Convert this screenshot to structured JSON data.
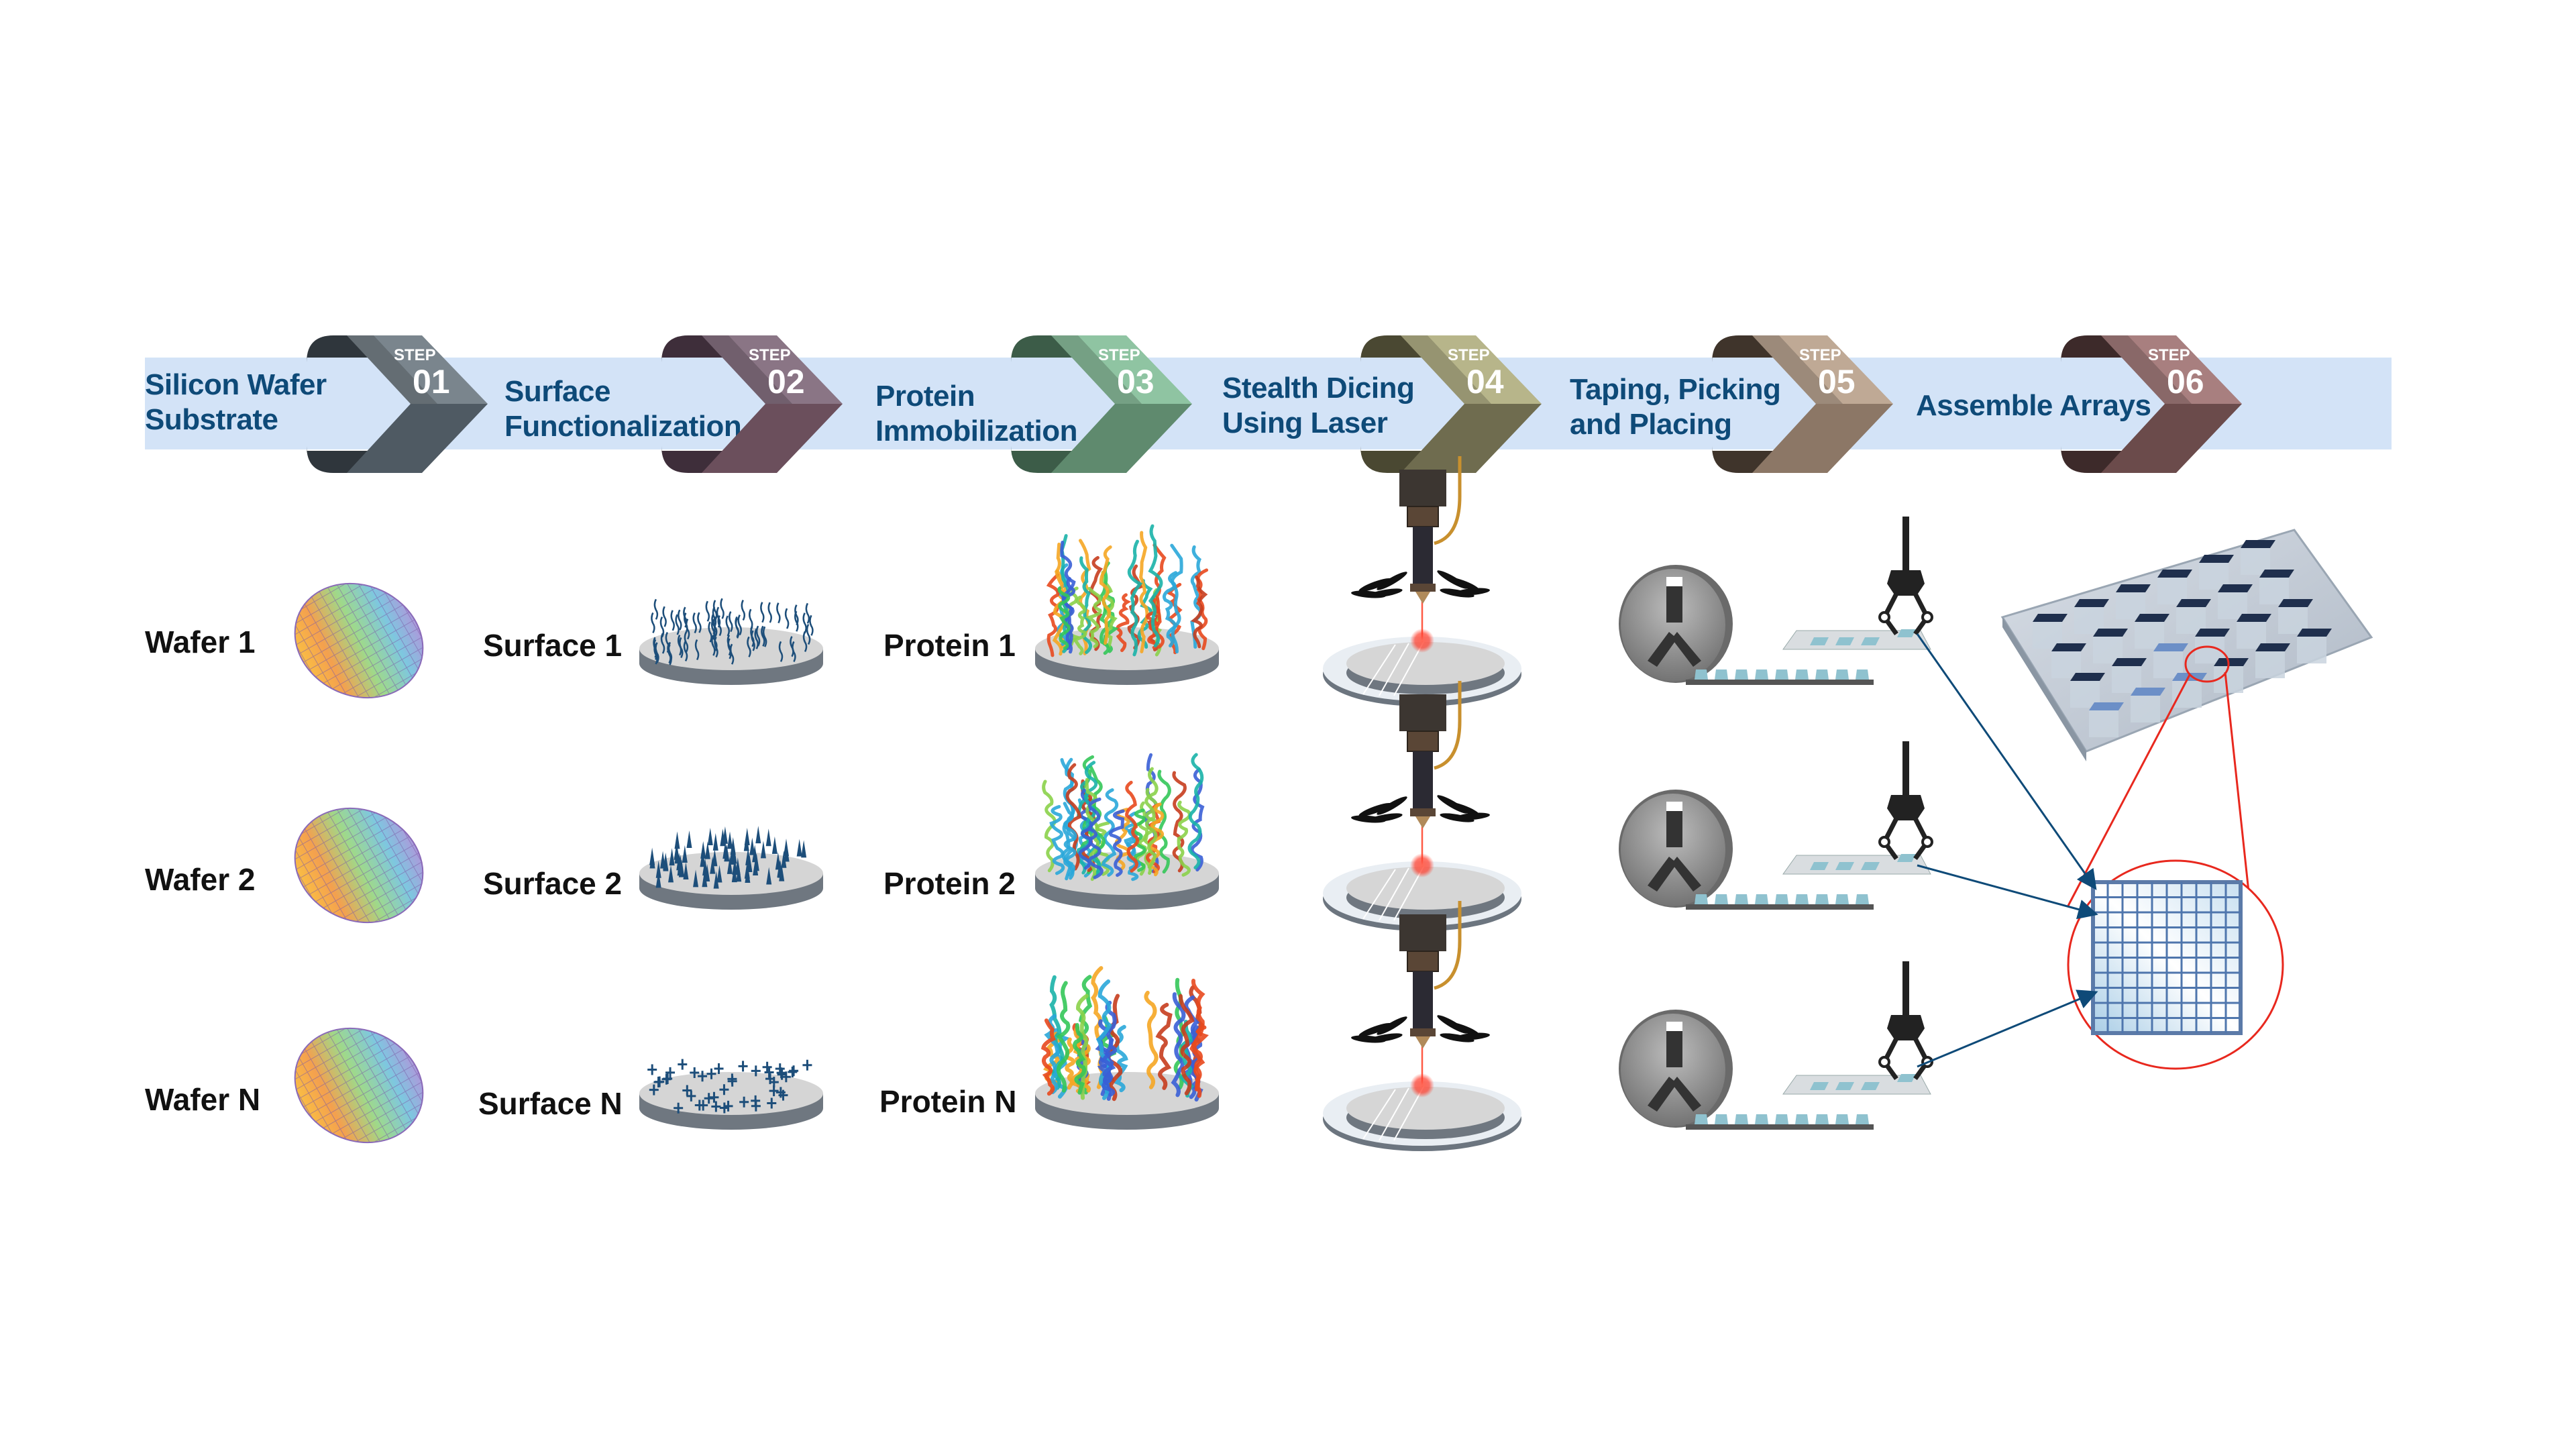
{
  "steps": [
    {
      "step_word": "STEP",
      "number": "01",
      "label_line1": "Silicon Wafer",
      "label_line2": "Substrate",
      "color_light": "#7a858d",
      "color_dark": "#4f5a63",
      "color_shadow": "#2f363c"
    },
    {
      "step_word": "STEP",
      "number": "02",
      "label_line1": "Surface",
      "label_line2": "Functionalization",
      "color_light": "#8a7585",
      "color_dark": "#6b4f5c",
      "color_shadow": "#3e2e3a"
    },
    {
      "step_word": "STEP",
      "number": "03",
      "label_line1": "Protein",
      "label_line2": "Immobilization",
      "color_light": "#8fc4a2",
      "color_dark": "#5f8a6e",
      "color_shadow": "#3c5c48"
    },
    {
      "step_word": "STEP",
      "number": "04",
      "label_line1": "Stealth Dicing",
      "label_line2": "Using Laser",
      "color_light": "#b7b58a",
      "color_dark": "#6f6c4f",
      "color_shadow": "#4a4832"
    },
    {
      "step_word": "STEP",
      "number": "05",
      "label_line1": "Taping, Picking",
      "label_line2": "and Placing",
      "color_light": "#bfa995",
      "color_dark": "#8c7766",
      "color_shadow": "#3f342b"
    },
    {
      "step_word": "STEP",
      "number": "06",
      "label_line1": "Assemble Arrays",
      "label_line2": "",
      "color_light": "#a87f7f",
      "color_dark": "#6b4b4b",
      "color_shadow": "#3d2a2a"
    }
  ],
  "rows": [
    {
      "wafer_label": "Wafer 1",
      "surface_label": "Surface 1",
      "protein_label": "Protein 1",
      "surface_type": "wavy-linkers",
      "protein_type": "helical-mixed"
    },
    {
      "wafer_label": "Wafer 2",
      "surface_label": "Surface 2",
      "protein_label": "Protein 2",
      "surface_type": "cone-spikes",
      "protein_type": "beta-sheet"
    },
    {
      "wafer_label": "Wafer N",
      "surface_label": "Surface N",
      "protein_label": "Protein N",
      "surface_type": "cross-markers",
      "protein_type": "long-helices"
    }
  ],
  "colors": {
    "band": "#d3e3f7",
    "label_text": "#0e4a78",
    "arrow": "#0e4a78",
    "zoom_circle": "#e8281e",
    "laser": "#ff4b3a",
    "chip": "#8fc2cf"
  },
  "array_plate": {
    "columns": 6,
    "rows": 4
  },
  "array_detail": {
    "columns": 10,
    "rows": 10
  }
}
